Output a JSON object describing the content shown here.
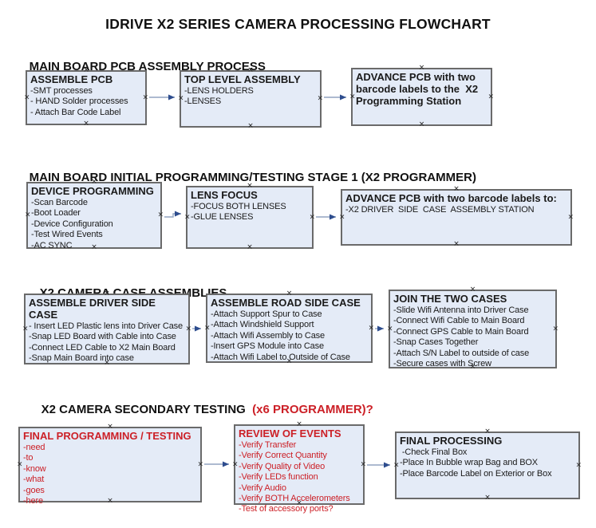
{
  "title": "IDRIVE X2  SERIES CAMERA PROCESSING FLOWCHART",
  "glyphs": {
    "anchor_marker": "×"
  },
  "colors": {
    "box_fill": "#e4ebf7",
    "box_border": "#6a6a6a",
    "arrow_line": "#92a4c0",
    "arrow_head": "#2e4d8e",
    "red": "#cc2027",
    "text": "#1a1a1a"
  },
  "sections": [
    {
      "heading": "MAIN BOARD PCB ASSEMBLY PROCESS",
      "boxes": [
        {
          "title": "ASSEMBLE PCB",
          "items": [
            "-SMT processes",
            "- HAND Solder processes",
            "- Attach Bar Code Label"
          ]
        },
        {
          "title": "TOP LEVEL ASSEMBLY",
          "items": [
            "-LENS HOLDERS",
            "-LENSES"
          ]
        },
        {
          "title": "ADVANCE PCB with two barcode labels to the  X2 Programming Station",
          "items": []
        }
      ]
    },
    {
      "heading": "MAIN BOARD INITIAL PROGRAMMING/TESTING STAGE 1 (X2 PROGRAMMER)",
      "boxes": [
        {
          "title": "DEVICE PROGRAMMING",
          "items": [
            "-Scan Barcode",
            "-Boot Loader",
            "-Device Configuration",
            "-Test Wired Events",
            "-AC SYNC"
          ]
        },
        {
          "title": "LENS FOCUS",
          "items": [
            "-FOCUS BOTH LENSES",
            "-GLUE LENSES"
          ]
        },
        {
          "title": "ADVANCE PCB with two barcode labels to:",
          "items": [
            "-X2 DRIVER  SIDE  CASE  ASSEMBLY STATION"
          ]
        }
      ]
    },
    {
      "heading": "X2 CAMERA CASE ASSEMBLIES",
      "boxes": [
        {
          "title": "ASSEMBLE DRIVER SIDE CASE",
          "items": [
            "- Insert LED Plastic lens into Driver Case",
            "-Snap LED Board with Cable into Case",
            "-Connect LED Cable to X2 Main Board",
            "-Snap Main Board into case"
          ]
        },
        {
          "title": "ASSEMBLE ROAD SIDE CASE",
          "items": [
            "-Attach Support Spur to Case",
            "-Attach Windshield Support",
            "-Attach Wifi Assembly to Case",
            "-Insert GPS Module into Case",
            "-Attach Wifi Label to Outside of Case"
          ]
        },
        {
          "title": "JOIN THE TWO CASES",
          "items": [
            "-Slide Wifi Antenna into Driver Case",
            "-Connect Wifi Cable to Main Board",
            "-Connect GPS Cable to Main Board",
            "-Snap Cases Together",
            "-Attach S/N Label to outside of case",
            "-Secure cases with Screw"
          ]
        }
      ]
    },
    {
      "heading": "X2 CAMERA SECONDARY TESTING",
      "heading_suffix": "  (x6 PROGRAMMER)?",
      "boxes": [
        {
          "title": "FINAL PROGRAMMING / TESTING",
          "items": [
            "-need",
            "-to",
            "-know",
            "-what",
            "-goes",
            "-here"
          ]
        },
        {
          "title": "REVIEW OF EVENTS",
          "items": [
            "-Verify Transfer",
            "-Verify Correct Quantity",
            "-Verify Quality of Video",
            "-Verify LEDs function",
            "-Verify Audio",
            "-Verify BOTH Accelerometers",
            "-Test of accessory ports?"
          ]
        },
        {
          "title": "FINAL PROCESSING",
          "items": [
            " -Check Final Box",
            "-Place In Bubble wrap Bag and BOX",
            "-Place Barcode Label on Exterior or Box"
          ]
        }
      ]
    }
  ]
}
